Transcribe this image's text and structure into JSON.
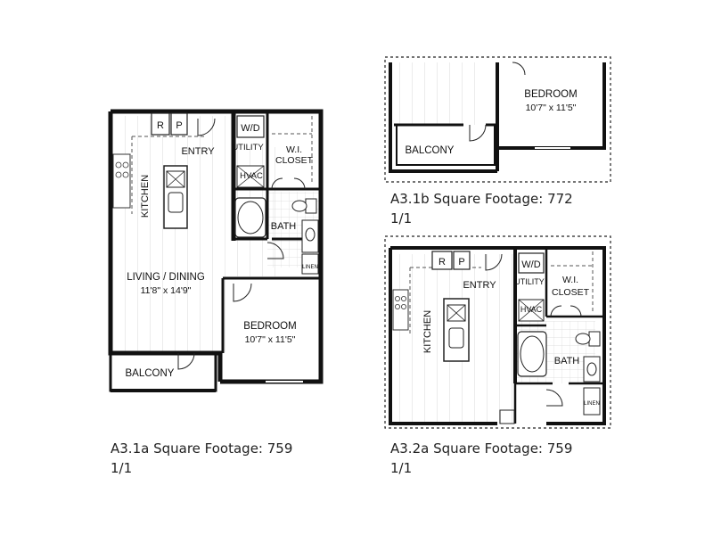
{
  "plan_a31a": {
    "labels": {
      "refrigerator": "R",
      "pantry": "P",
      "entry": "ENTRY",
      "washer_dryer": "W/D",
      "utility": "UTILITY",
      "wi_closet": "W.I.\nCLOSET",
      "hvac": "HVAC",
      "kitchen": "KITCHEN",
      "bath": "BATH",
      "linen": "LINEN",
      "living_dining": "LIVING / DINING",
      "living_dining_dims": "11'8\" x 14'9\"",
      "bedroom": "BEDROOM",
      "bedroom_dims": "10'7\" x 11'5\"",
      "balcony": "BALCONY"
    },
    "caption": {
      "title": "A3.1a Square Footage: 759",
      "beds_baths": "1/1"
    }
  },
  "plan_a31b": {
    "labels": {
      "bedroom": "BEDROOM",
      "bedroom_dims": "10'7\" x 11'5\"",
      "balcony": "BALCONY"
    },
    "caption": {
      "title": "A3.1b Square Footage: 772",
      "beds_baths": "1/1"
    }
  },
  "plan_a32a": {
    "labels": {
      "refrigerator": "R",
      "pantry": "P",
      "entry": "ENTRY",
      "washer_dryer": "W/D",
      "utility": "UTILITY",
      "wi_closet": "W.I.\nCLOSET",
      "hvac": "HVAC",
      "kitchen": "KITCHEN",
      "bath": "BATH",
      "linen": "LINEN"
    },
    "caption": {
      "title": "A3.2a Square Footage: 759",
      "beds_baths": "1/1"
    }
  }
}
